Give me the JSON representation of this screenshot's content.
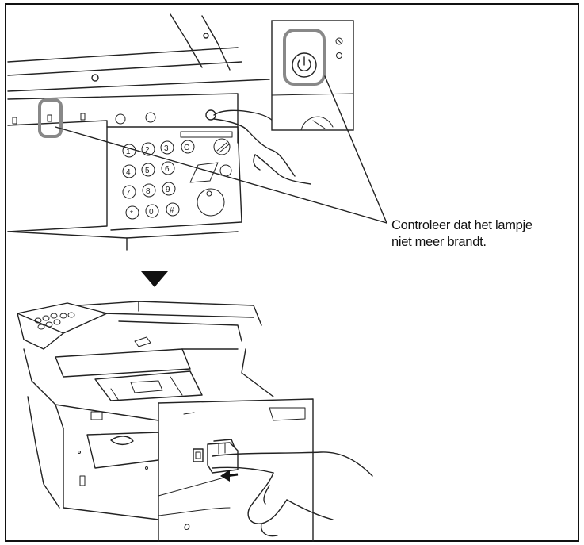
{
  "callout": {
    "line1": "Controleer dat het lampje",
    "line2": "niet meer brandt."
  },
  "keypad": {
    "keys": [
      "1",
      "2",
      "3",
      "C",
      "4",
      "5",
      "6",
      "7",
      "8",
      "9",
      "*",
      "0",
      "#"
    ]
  },
  "colors": {
    "line": "#222222",
    "highlight": "#888888",
    "background": "#ffffff",
    "arrow": "#111111"
  },
  "icons": [
    "power-icon",
    "power-switch-icon",
    "down-arrow-icon",
    "push-arrow-icon"
  ]
}
